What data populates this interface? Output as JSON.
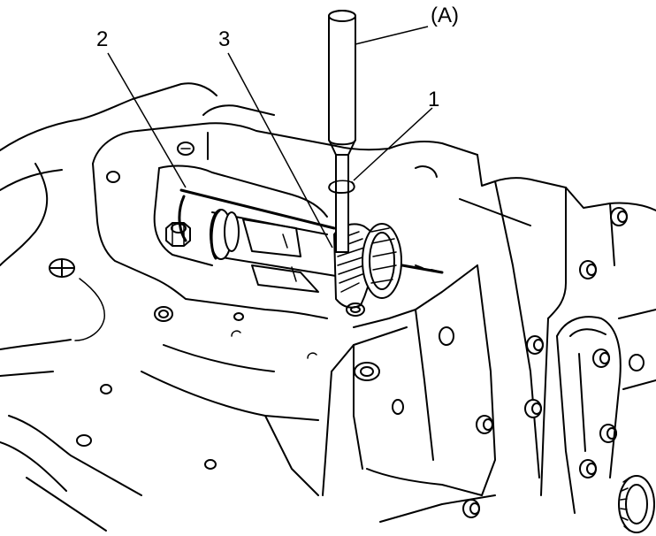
{
  "figure": {
    "callouts": {
      "tool": "(A)",
      "part1": "1",
      "part2": "2",
      "part3": "3"
    },
    "colors": {
      "line": "#000000",
      "background": "#ffffff"
    }
  }
}
